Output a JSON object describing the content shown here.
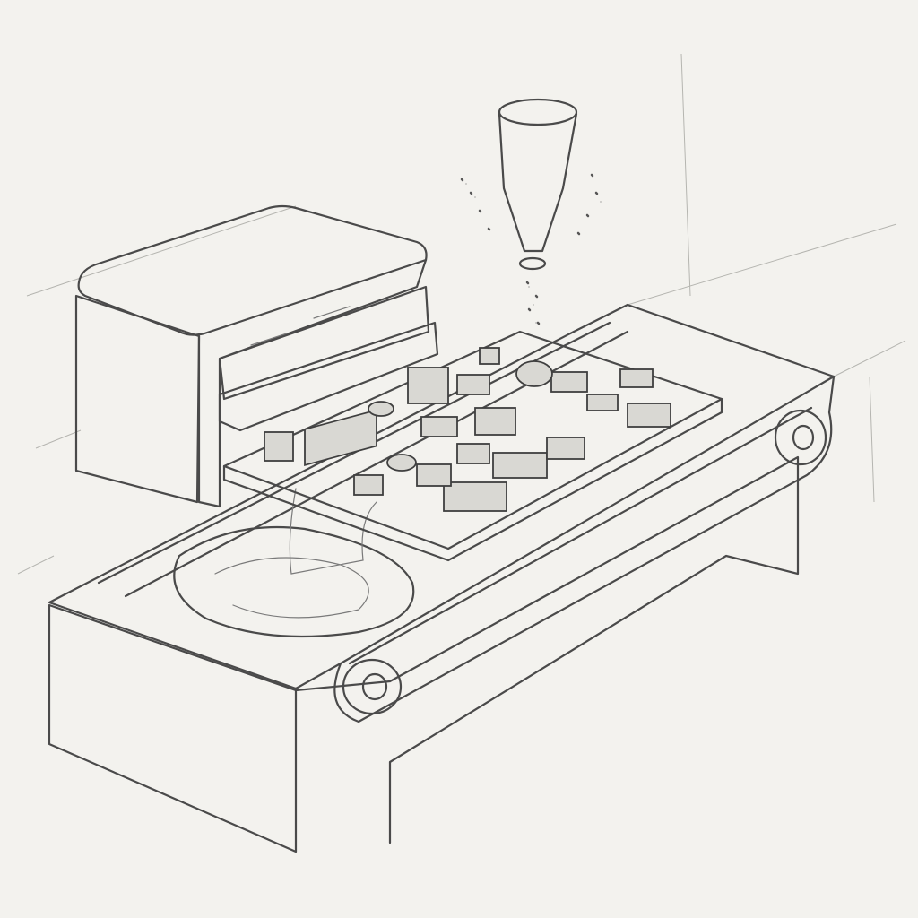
{
  "scene": {
    "style": "pencil sketch",
    "colors": {
      "paper": "#f3f2ee",
      "graphite": "#4a4a4a",
      "shade": "#d9d8d3"
    },
    "icons": [
      "reflow-oven",
      "conveyor-belt",
      "circuit-board",
      "dispenser-nozzle",
      "liquid-puddle"
    ]
  }
}
